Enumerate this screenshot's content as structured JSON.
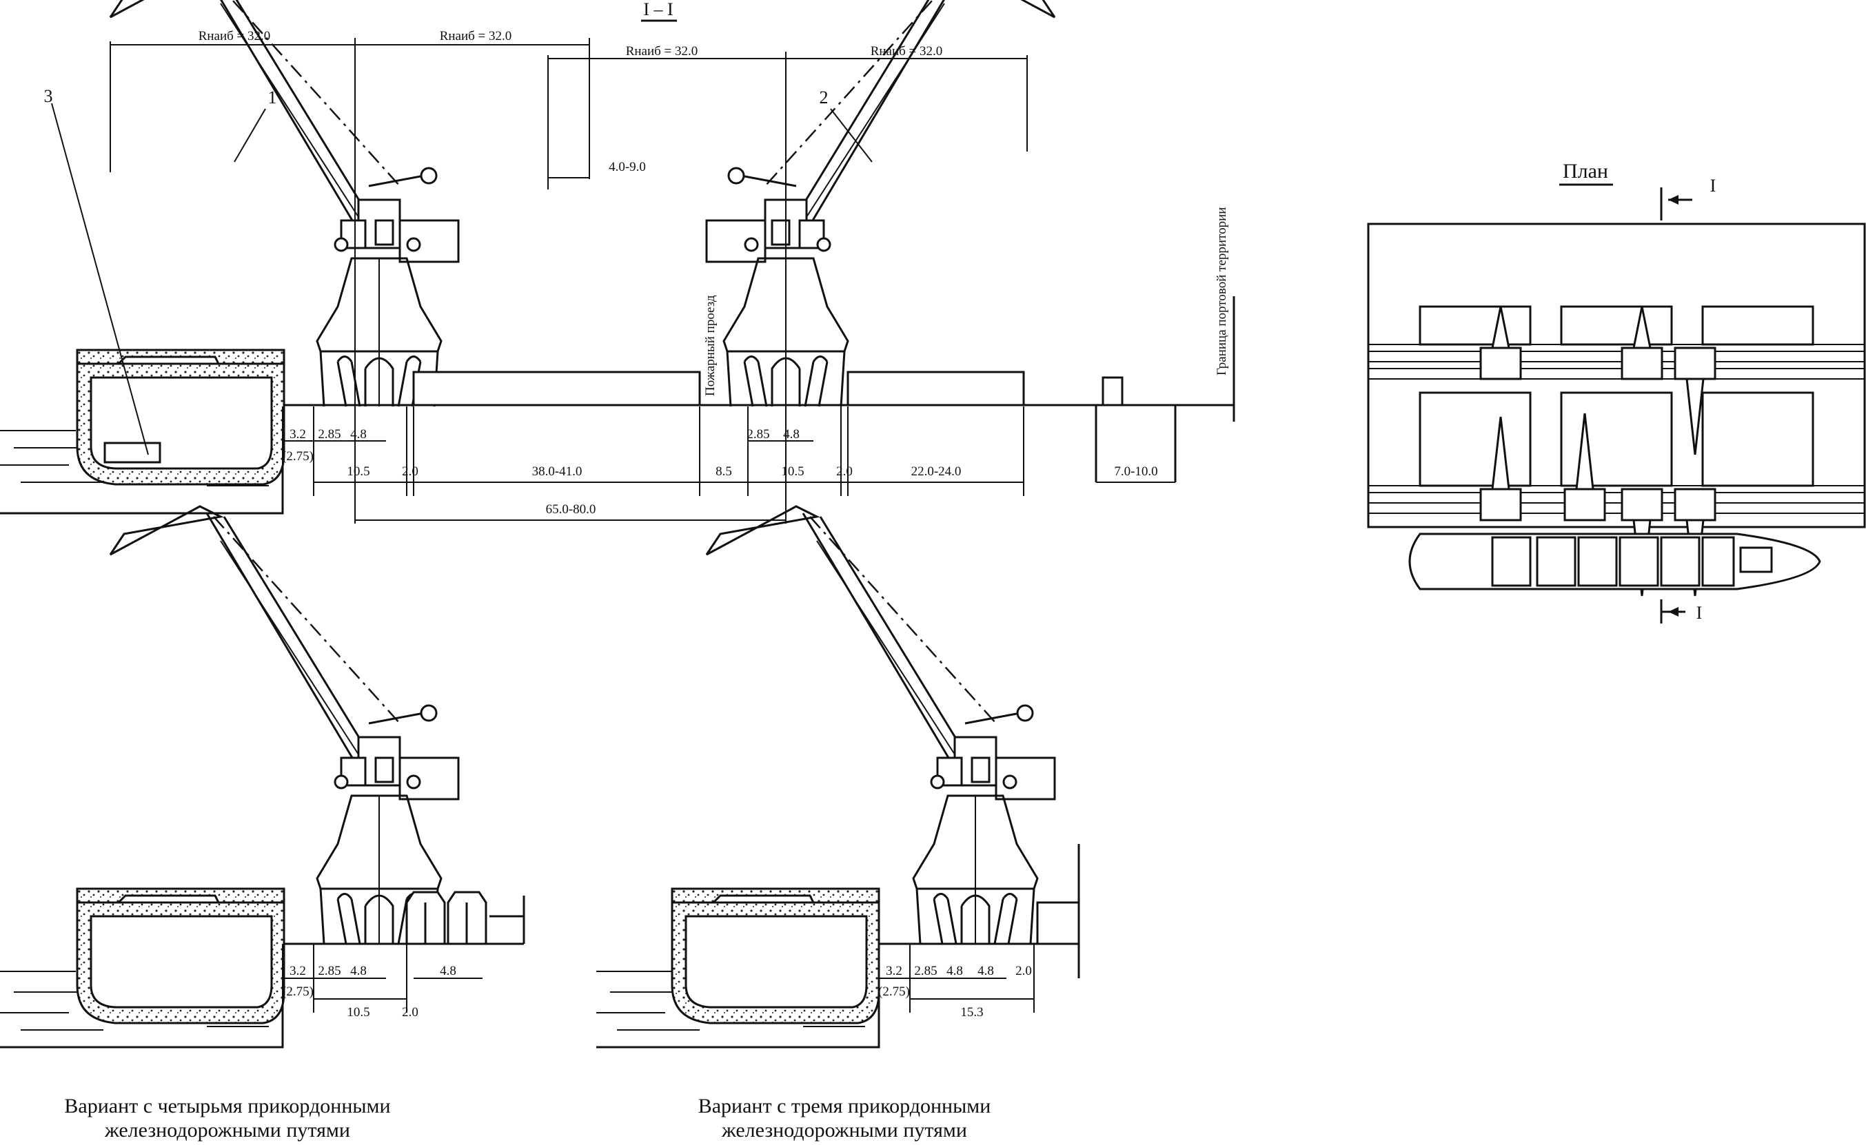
{
  "section_label": "I – I",
  "plan": {
    "title": "План",
    "cut_top": "I",
    "cut_bottom": "I"
  },
  "radius_labels": [
    "Rнаиб = 32.0",
    "Rнаиб = 32.0",
    "Rнаиб = 32.0",
    "Rнаиб = 32.0"
  ],
  "callouts": [
    "1",
    "2",
    "3"
  ],
  "vertical_labels": {
    "fire_passage": "Пожарный проезд",
    "port_boundary": "Граница портовой территории"
  },
  "height_dim": "4.0-9.0",
  "top_dims": {
    "d32": "3.2",
    "d275": "(2.75)",
    "d285": "2.85",
    "d48": "4.8",
    "d105": "10.5",
    "d20": "2.0",
    "d380": "38.0-41.0",
    "d85": "8.5",
    "d285b": "2.85",
    "d48b": "4.8",
    "d105b": "10.5",
    "d20b": "2.0",
    "d220": "22.0-24.0",
    "d70": "7.0-10.0",
    "d650": "65.0-80.0"
  },
  "variant4_dims": {
    "d32": "3.2",
    "d275": "(2.75)",
    "d285": "2.85",
    "d48": "4.8",
    "d48b": "4.8",
    "d105": "10.5",
    "d20": "2.0"
  },
  "variant3_dims": {
    "d32": "3.2",
    "d275": "(2.75)",
    "d285": "2.85",
    "d48": "4.8",
    "d48b": "4.8",
    "d153": "15.3",
    "d20": "2.0"
  },
  "captions": {
    "variant4_line1": "Вариант с четырьмя прикордонными",
    "variant4_line2": "железнодорожными путями",
    "variant3_line1": "Вариант с тремя прикордонными",
    "variant3_line2": "железнодорожными путями"
  }
}
